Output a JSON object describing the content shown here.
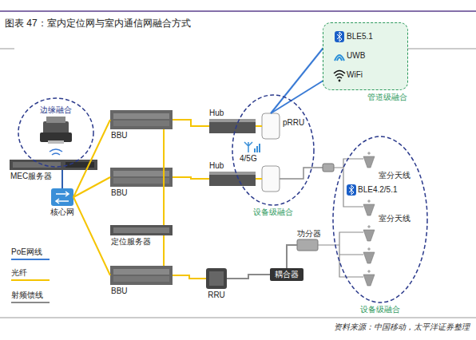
{
  "diagram": {
    "title": "图表 47：室内定位网与室内通信网融合方式",
    "caption": "资料来源：中国移动，太平洋证券整理",
    "nodes": [
      {
        "text": [
          "边缘融合"
        ]
      },
      {
        "text": [
          "MEC服务器"
        ]
      },
      {
        "text": [
          "核心网"
        ]
      },
      {
        "text": [
          "BBU"
        ]
      },
      {
        "text": [
          "BBU"
        ]
      },
      {
        "text": [
          "定位服务器"
        ]
      },
      {
        "text": [
          "BBU"
        ]
      },
      {
        "text": [
          "Hub"
        ]
      },
      {
        "text": [
          "Hub"
        ]
      },
      {
        "text": [
          "RRU"
        ]
      },
      {
        "text": [
          "设备级融合"
        ]
      },
      {
        "text": [
          "pRRU"
        ],
        "in": 10
      },
      {
        "text": [
          "管道级融合"
        ]
      },
      {
        "text": [
          "BLE5.1"
        ],
        "in": 12
      },
      {
        "text": [
          "UWB"
        ],
        "in": 12
      },
      {
        "text": [
          "WiFi"
        ],
        "in": 12
      },
      {
        "text": [
          "功分器"
        ]
      },
      {
        "text": [
          "耦合器"
        ]
      },
      {
        "text": [
          "设备级融合"
        ]
      }
    ],
    "edges": [
      {
        "from": 1,
        "to": 2,
        "arrow": "none"
      },
      {
        "from": 2,
        "to": 3,
        "arrow": "none"
      },
      {
        "from": 2,
        "to": 4,
        "arrow": "none"
      },
      {
        "from": 2,
        "to": 6,
        "arrow": "none"
      },
      {
        "from": 3,
        "to": 5,
        "arrow": "none"
      },
      {
        "from": 5,
        "to": 6,
        "arrow": "none"
      },
      {
        "from": 3,
        "to": 7,
        "arrow": "none"
      },
      {
        "from": 4,
        "to": 8,
        "arrow": "none"
      },
      {
        "from": 6,
        "to": 9,
        "arrow": "none"
      },
      {
        "from": 7,
        "to": 11,
        "arrow": "none"
      },
      {
        "from": 11,
        "to": 13,
        "arrow": "none"
      },
      {
        "from": 11,
        "to": 15,
        "arrow": "none"
      },
      {
        "from": 9,
        "to": 17,
        "arrow": "none"
      },
      {
        "from": 17,
        "to": 16,
        "arrow": "none"
      }
    ],
    "labels": [
      "4/5G",
      "室分天线",
      "BLE4.2/5.1",
      "室分天线"
    ],
    "legend": [
      {
        "text": "PoE网线"
      },
      {
        "text": "光纤"
      },
      {
        "text": "射频馈线"
      }
    ]
  }
}
